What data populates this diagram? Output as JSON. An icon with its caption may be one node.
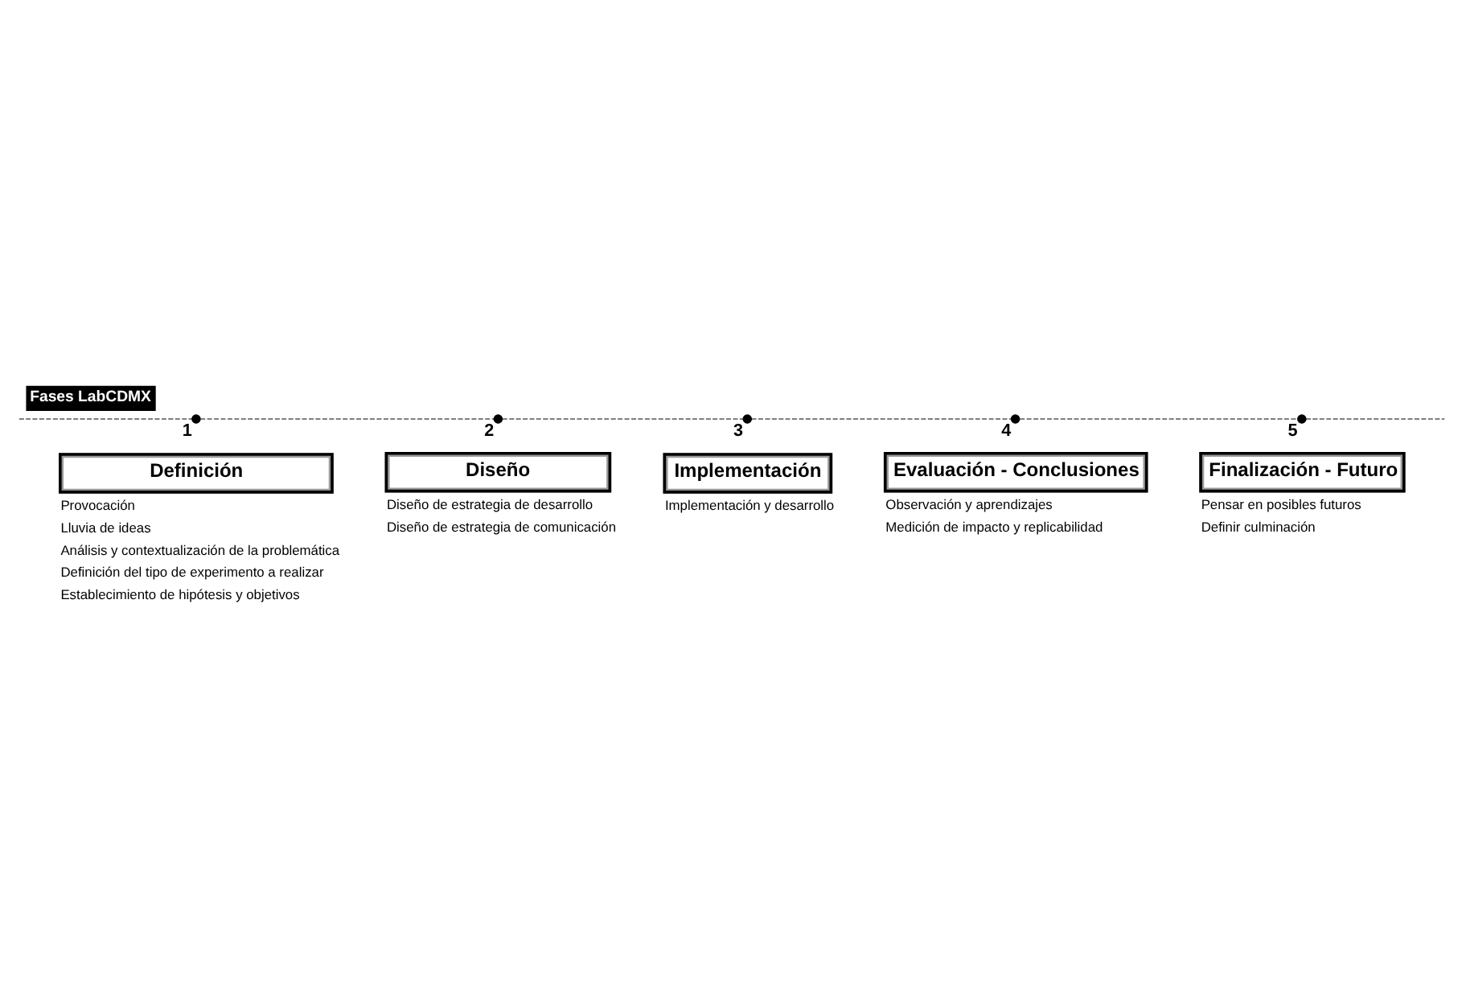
{
  "diagram": {
    "title": "Fases LabCDMX",
    "nodes": [
      {
        "text": [],
        "shape": "circle",
        "beside": [
          "1"
        ]
      },
      {
        "text": [
          "Definición"
        ],
        "beside": [
          "Provocación",
          "Lluvia de ideas",
          "Análisis y contextualización de la problemática",
          "Definición del tipo de experimento a realizar",
          "Establecimiento de hipótesis y objetivos"
        ]
      },
      {
        "text": [],
        "shape": "circle",
        "beside": [
          "2"
        ]
      },
      {
        "text": [
          "Diseño"
        ],
        "beside": [
          "Diseño de estrategia de desarrollo",
          "Diseño de estrategia de comunicación"
        ]
      },
      {
        "text": [],
        "shape": "circle",
        "beside": [
          "3"
        ]
      },
      {
        "text": [
          "Implementación"
        ],
        "beside": [
          "Implementación y desarrollo"
        ]
      },
      {
        "text": [],
        "shape": "circle",
        "beside": [
          "4"
        ]
      },
      {
        "text": [
          "Evaluación - Conclusiones"
        ],
        "beside": [
          "Observación y aprendizajes",
          "Medición de impacto y replicabilidad"
        ]
      },
      {
        "text": [],
        "shape": "circle",
        "beside": [
          "5"
        ]
      },
      {
        "text": [
          "Finalización - Futuro"
        ],
        "beside": [
          "Pensar en posibles futuros",
          "Definir culminación"
        ]
      }
    ],
    "edges": [
      {
        "from": null,
        "to": 0,
        "arrow": "none",
        "style": "dashed"
      },
      {
        "from": 0,
        "to": 2,
        "arrow": "none",
        "style": "dashed"
      },
      {
        "from": 2,
        "to": 4,
        "arrow": "none",
        "style": "dashed"
      },
      {
        "from": 4,
        "to": 6,
        "arrow": "none",
        "style": "dashed"
      },
      {
        "from": 6,
        "to": 8,
        "arrow": "none",
        "style": "dashed"
      },
      {
        "from": 8,
        "to": null,
        "arrow": "none",
        "style": "dashed"
      }
    ]
  }
}
